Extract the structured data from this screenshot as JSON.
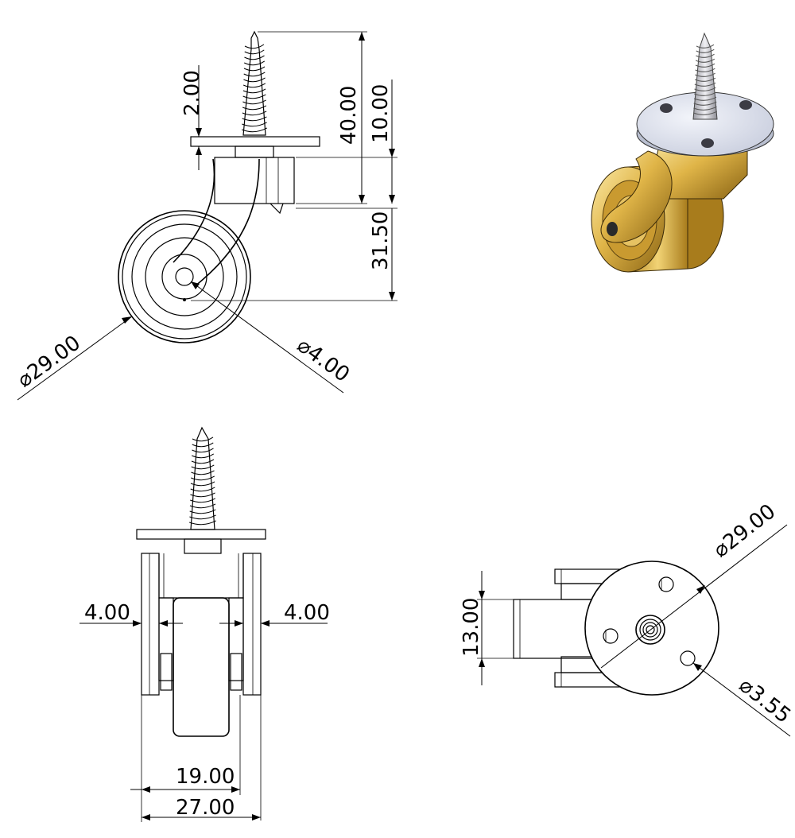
{
  "drawing": {
    "side_view": {
      "plate_thickness": "2.00",
      "total_height": "40.00",
      "screw_offset": "10.00",
      "wheel_drop": "31.50",
      "wheel_diameter": "⌀29.00",
      "axle_diameter": "⌀4.00"
    },
    "front_view": {
      "gap_left": "4.00",
      "gap_right": "4.00",
      "wheel_width": "19.00",
      "overall_width": "27.00"
    },
    "top_view": {
      "fork_width": "13.00",
      "plate_diameter": "⌀29.00",
      "hole_diameter": "⌀3.55"
    }
  },
  "colors": {
    "line": "#000000",
    "brass_light": "#f3d57a",
    "brass_mid": "#d6a93a",
    "brass_dark": "#8a6414",
    "plate": "#dfe3ef",
    "screw": "#c8c8cc"
  }
}
